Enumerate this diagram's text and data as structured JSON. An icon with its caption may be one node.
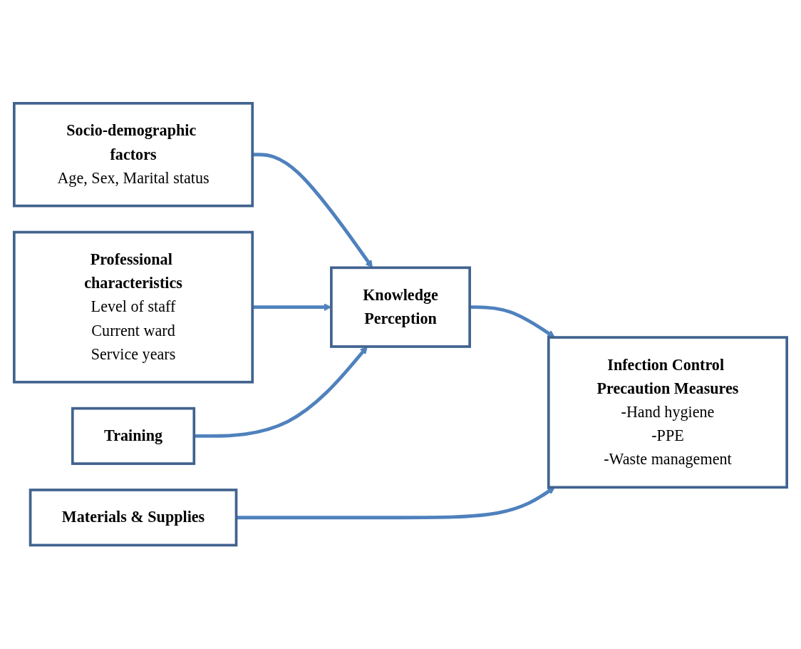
{
  "diagram": {
    "nodes": [
      {
        "text": [
          "Socio-demographic factors",
          "Age, Sex, Marital status"
        ]
      },
      {
        "text": [
          "Professional characteristics",
          "Level of staff",
          "Current ward",
          "Service years"
        ]
      },
      {
        "text": [
          "Training"
        ]
      },
      {
        "text": [
          "Materials & Supplies"
        ]
      },
      {
        "text": [
          "Knowledge",
          "Perception"
        ]
      },
      {
        "text": [
          "Infection Control Precaution Measures",
          "-Hand hygiene",
          "-PPE",
          "-Waste management"
        ]
      }
    ],
    "edges": [
      {
        "from": 0,
        "to": 4,
        "arrow": "to"
      },
      {
        "from": 1,
        "to": 4,
        "arrow": "to"
      },
      {
        "from": 2,
        "to": 4,
        "arrow": "to"
      },
      {
        "from": 4,
        "to": 5,
        "arrow": "to"
      },
      {
        "from": 3,
        "to": 5,
        "arrow": "to"
      }
    ]
  }
}
